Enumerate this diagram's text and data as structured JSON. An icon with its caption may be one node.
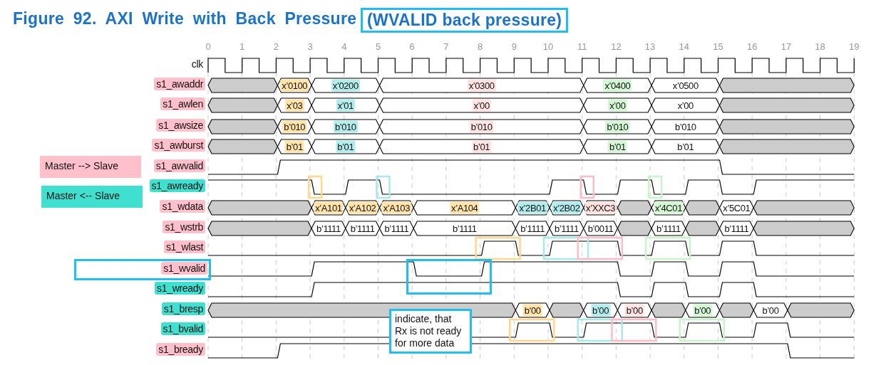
{
  "diagram": {
    "title": "Figure 92. AXI Write with Back Pressure",
    "nodes": [
      {
        "text": [
          "(WVALID back pressure)"
        ]
      },
      {
        "text": [
          "s1_wvalid"
        ]
      },
      {
        "text": [],
        "shape": "box"
      },
      {
        "text": [
          "indicate, that Rx is not ready for more data"
        ]
      }
    ],
    "labels": [
      "0",
      "1",
      "2",
      "3",
      "4",
      "5",
      "6",
      "7",
      "8",
      "9",
      "10",
      "11",
      "12",
      "13",
      "14",
      "15",
      "16",
      "17",
      "18",
      "19",
      "clk",
      "s1_awaddr",
      "x’0100",
      "x’0200",
      "x’0300",
      "x’0400",
      "x’0500",
      "s1_awlen",
      "x’03",
      "x’01",
      "x’00",
      "x’00",
      "x’00",
      "s1_awsize",
      "b’010",
      "b’010",
      "b’010",
      "b’010",
      "b’010",
      "s1_awburst",
      "b’01",
      "b’01",
      "b’01",
      "b’01",
      "b’01",
      "s1_awvalid",
      "s1_awready",
      "s1_wdata",
      "x’A101",
      "x’A102",
      "x’A103",
      "x’A104",
      "x’2B01",
      "x’2B02",
      "x’XXC3",
      "x’4C01",
      "x’5C01",
      "s1_wstrb",
      "b’1111",
      "b’1111",
      "b’1111",
      "b’1111",
      "b’1111",
      "b’1111",
      "b’0011",
      "b’1111",
      "b’1111",
      "s1_wlast",
      "s1_wready",
      "s1_bresp",
      "b’00",
      "b’00",
      "b’00",
      "b’00",
      "b’00",
      "s1_bvalid",
      "s1_bready"
    ],
    "legend": [
      {
        "text": "Master --> Slave",
        "color": "#ffc0cb"
      },
      {
        "text": "Master <-- Slave",
        "color": "#40e0d0"
      }
    ]
  }
}
